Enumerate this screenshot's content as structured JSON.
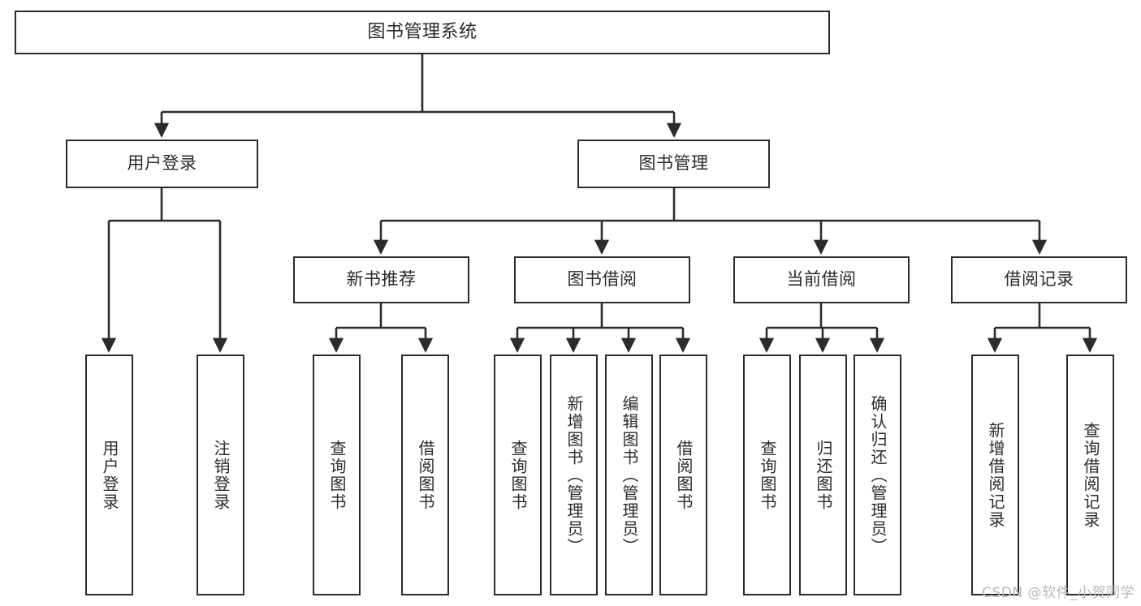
{
  "diagram": {
    "title": "图书管理系统",
    "type": "tree-hierarchy-diagram",
    "colors": {
      "stroke": "#2b2b2b",
      "fill": "#ffffff",
      "text": "#2b2b2b",
      "watermark": "#b9b9b9"
    },
    "root": {
      "label": "图书管理系统"
    },
    "level2": [
      {
        "label": "用户登录"
      },
      {
        "label": "图书管理"
      }
    ],
    "level3": [
      {
        "label": "新书推荐"
      },
      {
        "label": "图书借阅"
      },
      {
        "label": "当前借阅"
      },
      {
        "label": "借阅记录"
      }
    ],
    "leaves": {
      "user_login": [
        {
          "label": "用户登录"
        },
        {
          "label": "注销登录"
        }
      ],
      "new_book_recommend": [
        {
          "label": "查询图书"
        },
        {
          "label": "借阅图书"
        }
      ],
      "book_borrow": [
        {
          "label": "查询图书"
        },
        {
          "label": "新增图书（管理员）"
        },
        {
          "label": "编辑图书（管理员）"
        },
        {
          "label": "借阅图书"
        }
      ],
      "current_borrow": [
        {
          "label": "查询图书"
        },
        {
          "label": "归还图书"
        },
        {
          "label": "确认归还（管理员）"
        }
      ],
      "borrow_record": [
        {
          "label": "新增借阅记录"
        },
        {
          "label": "查询借阅记录"
        }
      ]
    }
  },
  "watermark": {
    "text": "CSDN @软件_小贺同学"
  }
}
